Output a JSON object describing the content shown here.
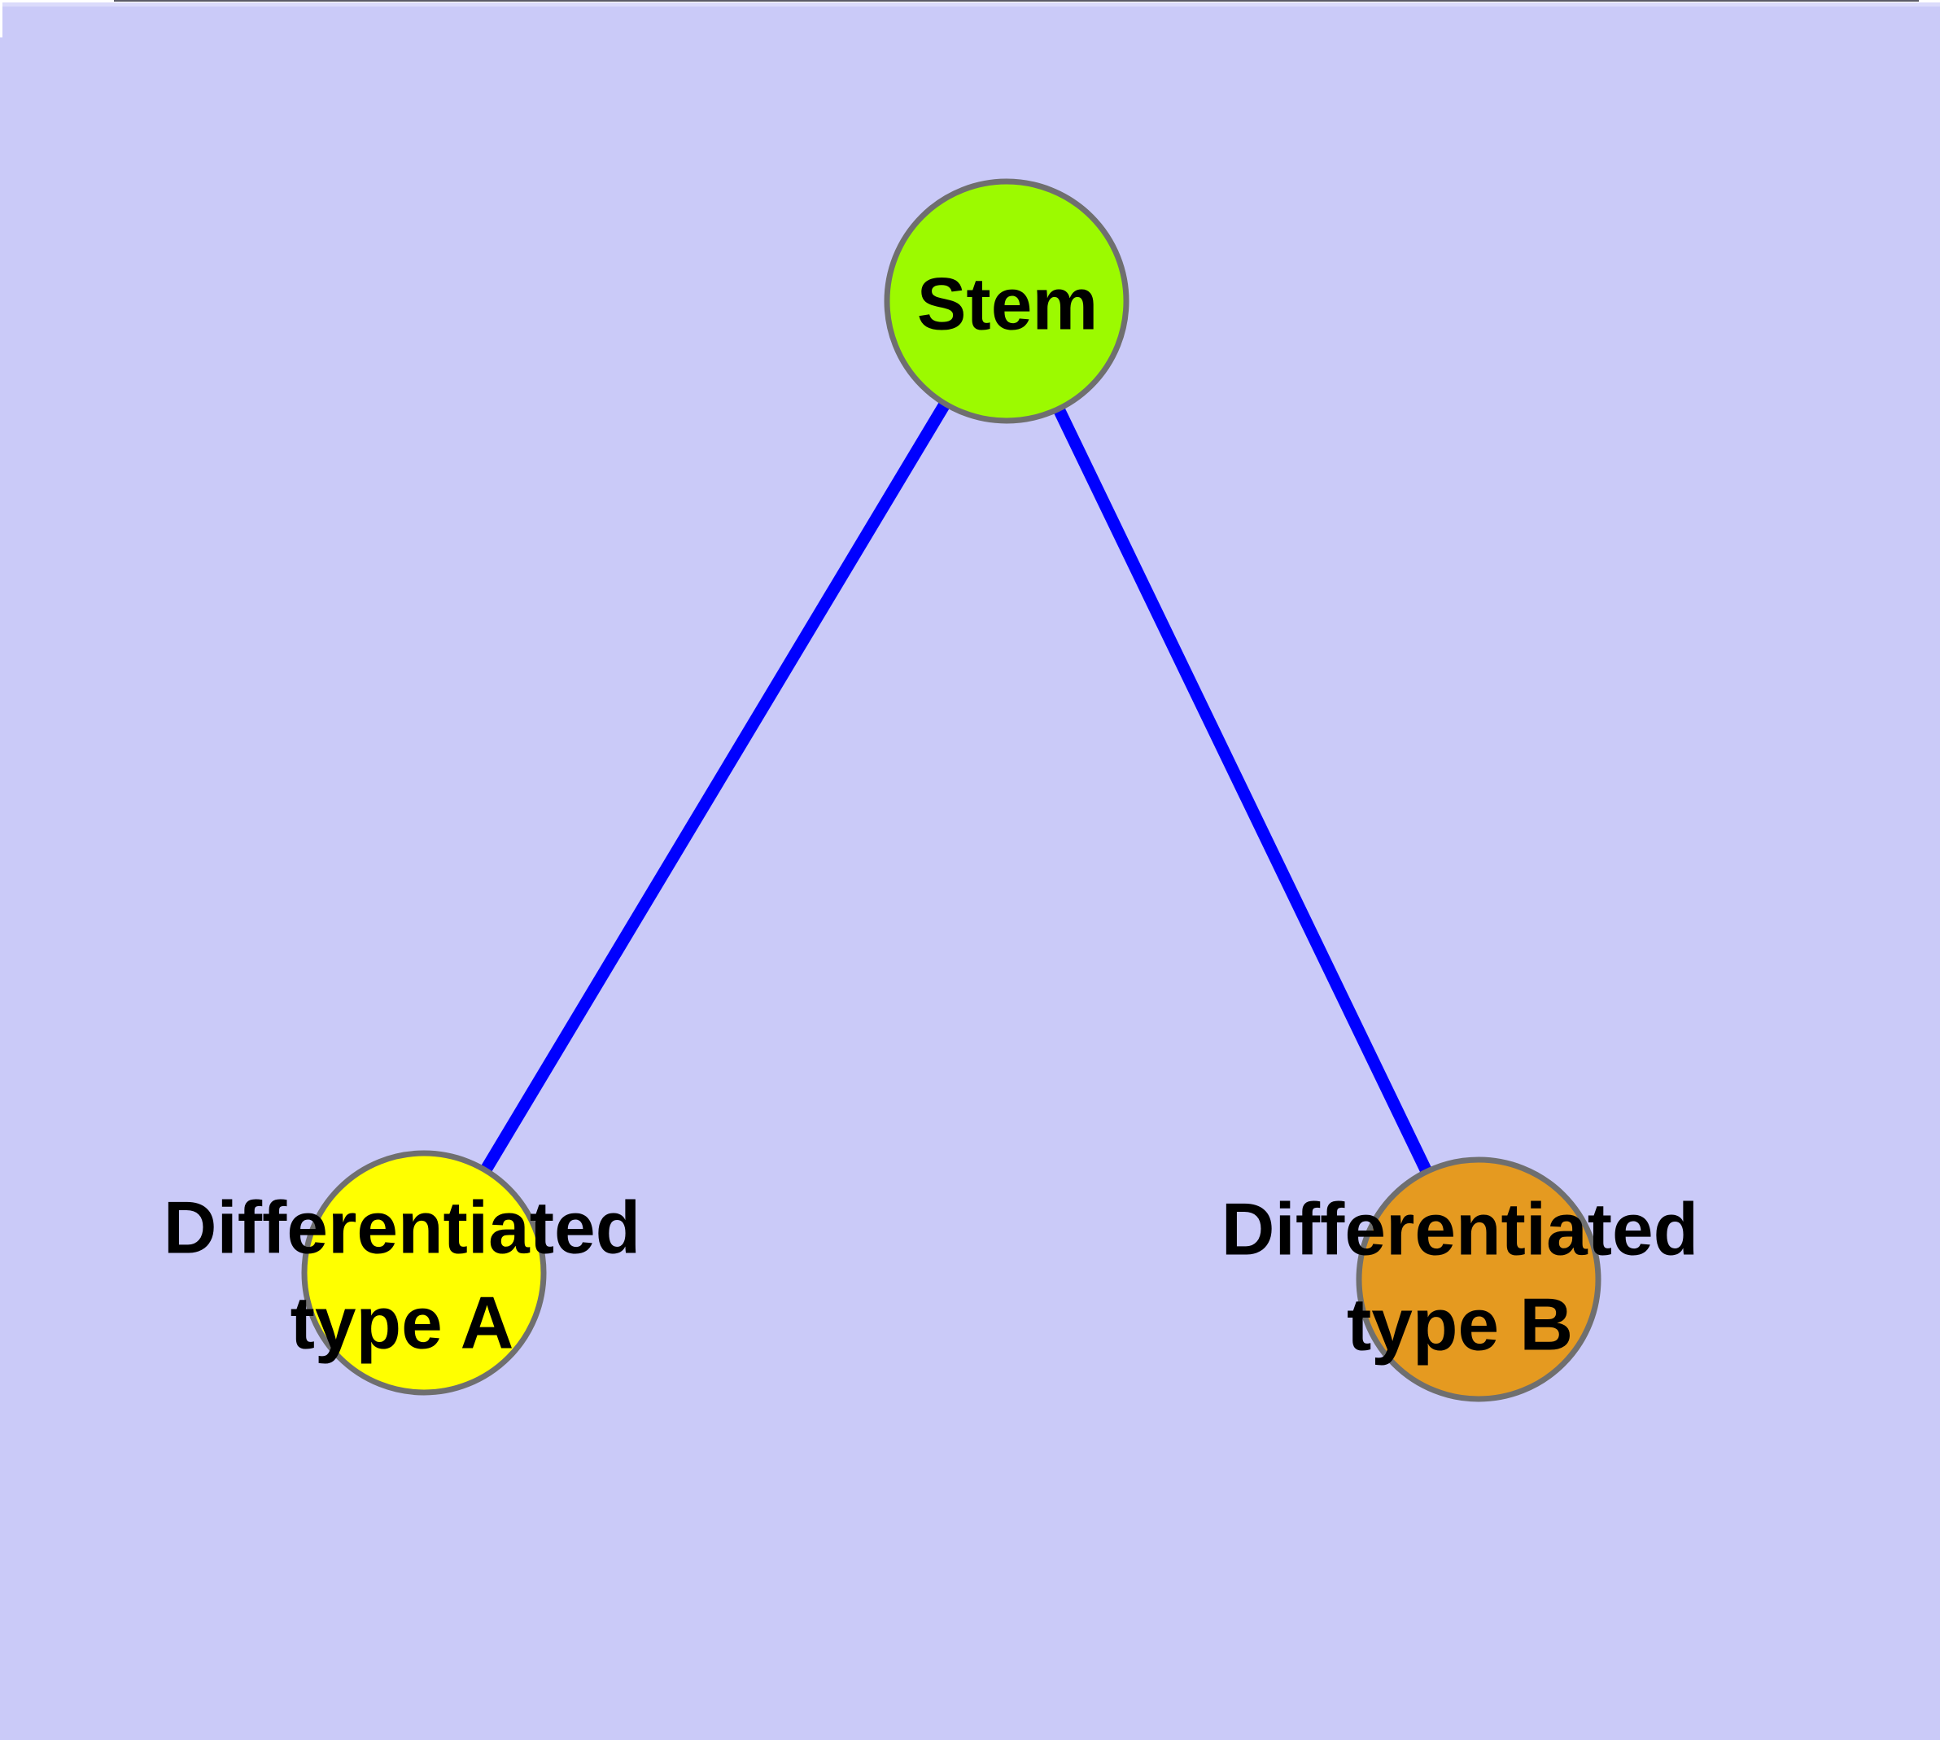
{
  "diagram": {
    "background_color": "#CACAF8",
    "edge_default_color": "#0000FF",
    "nodes": [
      {
        "id": "stem",
        "label": "Stem",
        "fill_color": "#9CFA00",
        "border_color": "#6F6F6F"
      },
      {
        "id": "differentiated-type-a",
        "label": "Differentiated\ntype A",
        "fill_color": "#FFFF00",
        "border_color": "#6F6F6F"
      },
      {
        "id": "differentiated-type-b",
        "label": "Differentiated\ntype B",
        "fill_color": "#E59A20",
        "border_color": "#6F6F6F"
      }
    ],
    "edges": [
      {
        "id": "stem-to-type-a",
        "from": "stem",
        "to": "differentiated-type-a",
        "color": "#0000FF"
      },
      {
        "id": "stem-to-type-b",
        "from": "stem",
        "to": "differentiated-type-b",
        "color": "#0000FF"
      }
    ]
  }
}
